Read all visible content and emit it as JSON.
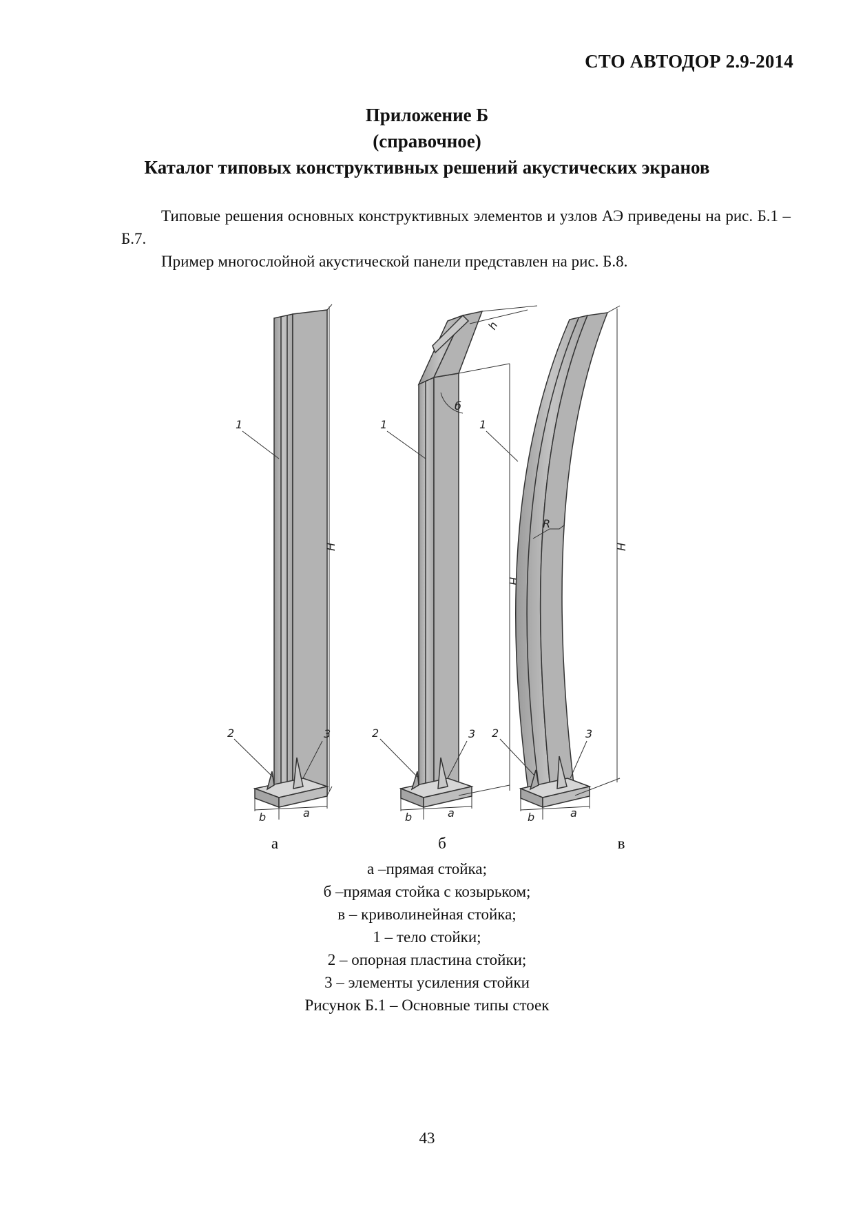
{
  "header": {
    "doc_code": "СТО АВТОДОР 2.9-2014"
  },
  "appendix": {
    "title": "Приложение Б",
    "subtitle": "(справочное)",
    "heading": "Каталог типовых конструктивных решений акустических экранов"
  },
  "body": {
    "paragraph_1": "Типовые решения основных конструктивных элементов и узлов АЭ приведены на рис. Б.1 – Б.7.",
    "paragraph_2": "Пример многослойной акустической панели представлен на рис. Б.8."
  },
  "figure": {
    "callouts": {
      "body": "1",
      "base_plate": "2",
      "stiffeners": "3"
    },
    "dims": {
      "height": "H",
      "canopy_length": "h",
      "angle": "б",
      "radius": "R",
      "plate_b": "b",
      "plate_a": "a"
    },
    "sublabels": [
      "а",
      "б",
      "в"
    ]
  },
  "caption": {
    "lines": [
      "а –прямая стойка;",
      "б –прямая стойка с козырьком;",
      "в – криволинейная стойка;",
      "1 – тело стойки;",
      "2 – опорная пластина стойки;",
      "3 – элементы усиления стойки"
    ],
    "figure_title": "Рисунок Б.1 – Основные типы стоек"
  },
  "page_number": "43"
}
